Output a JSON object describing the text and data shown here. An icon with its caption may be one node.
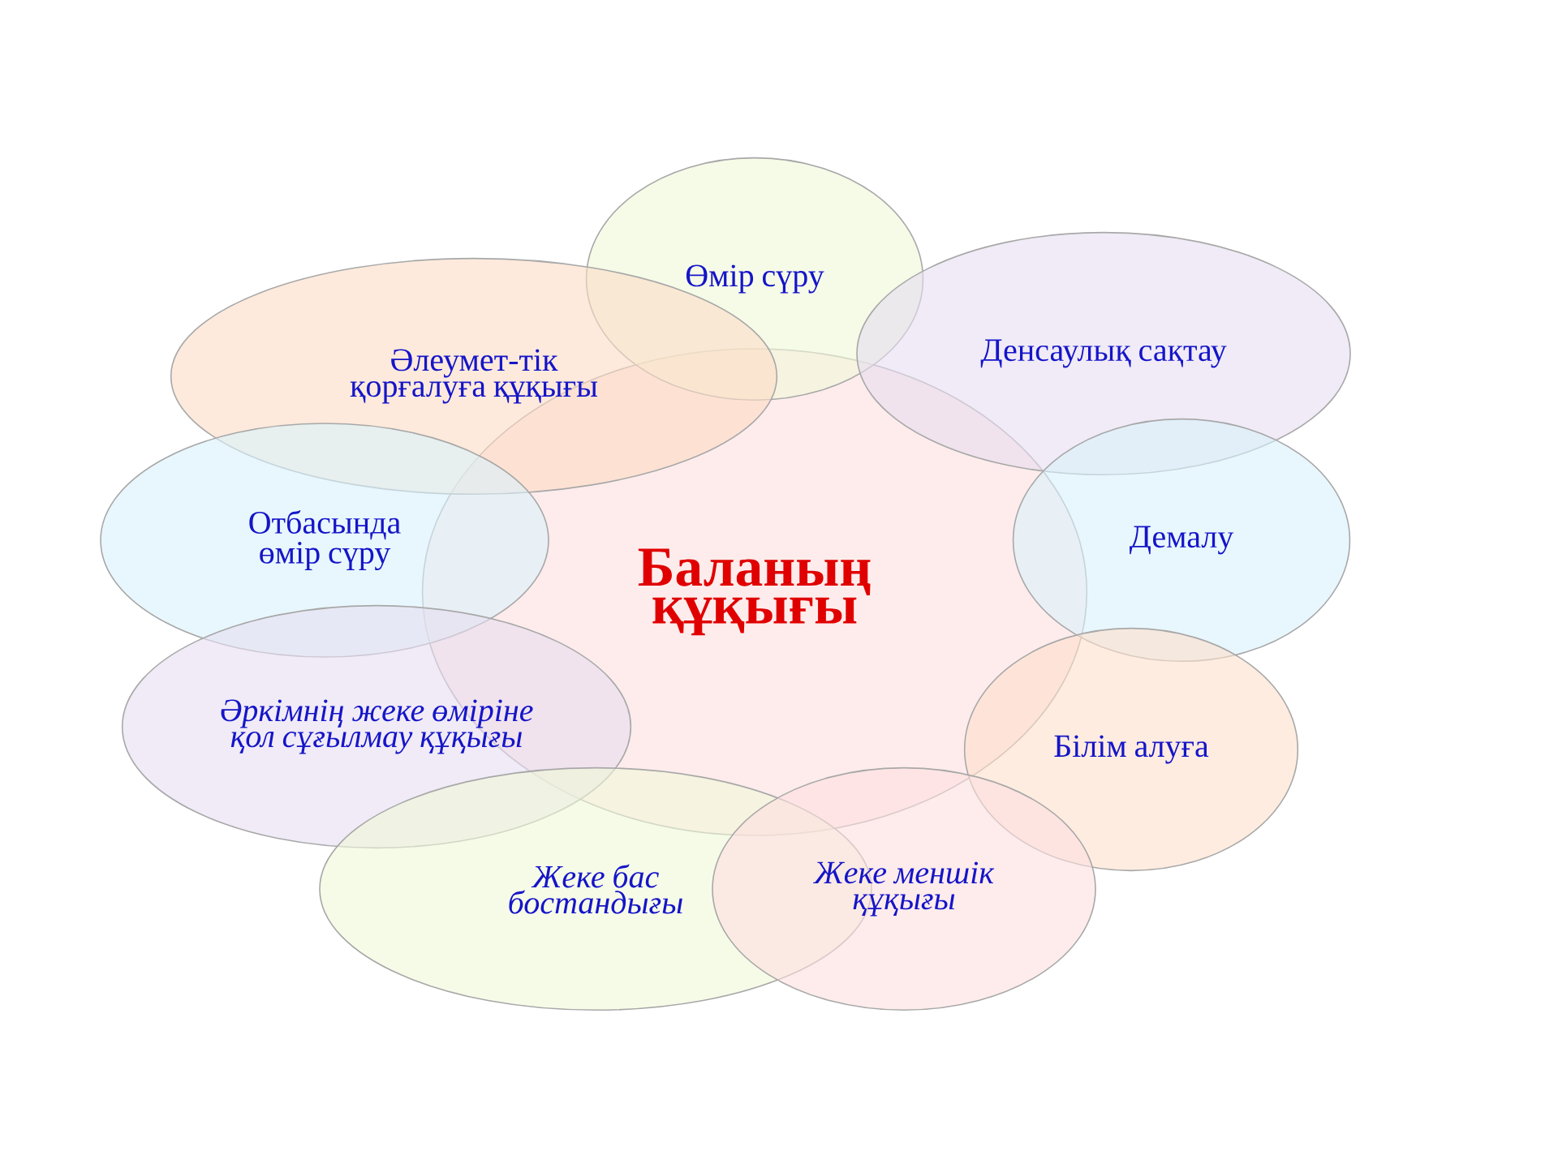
{
  "diagram": {
    "nodes": [
      {
        "text": [
          "Өмір сүру"
        ]
      },
      {
        "text": [
          "Әлеумет-тік қорғалуға құқығы"
        ]
      },
      {
        "text": [
          "Денсаулық сақтау"
        ]
      },
      {
        "text": [
          "Отбасында өмір сүру"
        ]
      },
      {
        "text": [
          "Баланың құқығы"
        ]
      },
      {
        "text": [
          "Демалу"
        ]
      },
      {
        "text": [
          "Әркімнің жеке өміріне қол сұғылмау құқығы"
        ]
      },
      {
        "text": [
          "Білім алуға"
        ]
      },
      {
        "text": [
          "Жеке бас бостандығы"
        ]
      },
      {
        "text": [
          "Жеке меншік құқығы"
        ]
      }
    ]
  }
}
